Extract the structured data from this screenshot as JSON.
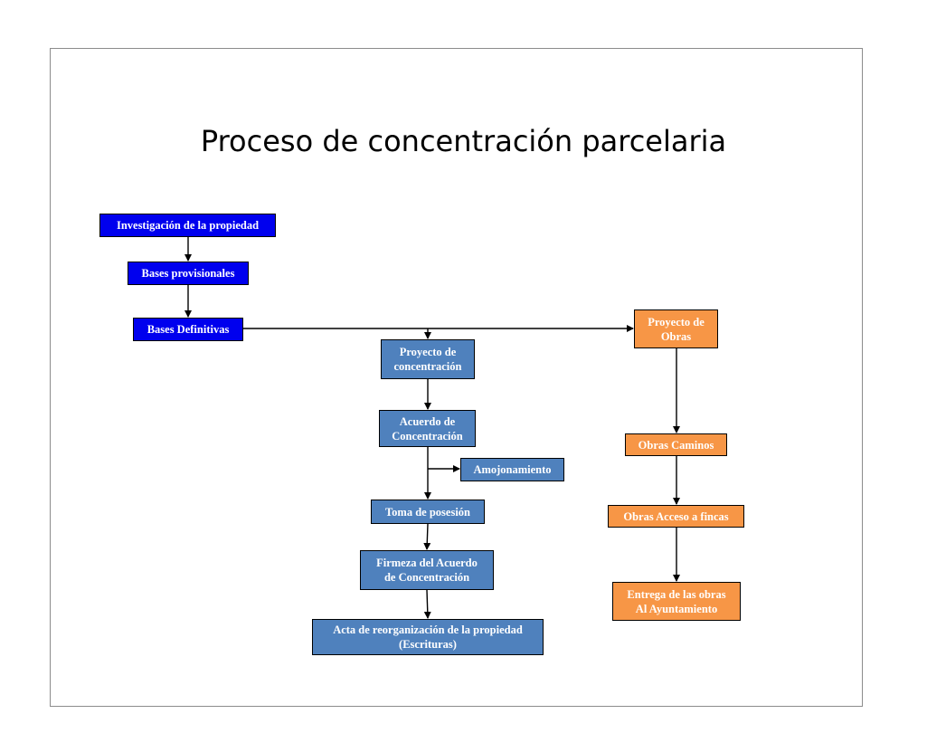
{
  "title": "Proceso de concentración parcelaria",
  "nodes": {
    "investigacion": "Investigación de la propiedad",
    "bases_provisionales": "Bases provisionales",
    "bases_definitivas": "Bases Definitivas",
    "proyecto_concentracion": "Proyecto de\nconcentración",
    "acuerdo_concentracion": "Acuerdo de\nConcentración",
    "amojonamiento": "Amojonamiento",
    "toma_posesion": "Toma de posesión",
    "firmeza_acuerdo": "Firmeza del Acuerdo\nde Concentración",
    "acta_reorganizacion": "Acta de reorganización de la propiedad\n(Escrituras)",
    "proyecto_obras": "Proyecto de\nObras",
    "obras_caminos": "Obras Caminos",
    "obras_acceso": "Obras Acceso a fincas",
    "entrega_obras": "Entrega de las obras\nAl Ayuntamiento"
  },
  "colors": {
    "dark_blue": "#0000ee",
    "steel_blue": "#4f81bd",
    "orange": "#f79646"
  }
}
